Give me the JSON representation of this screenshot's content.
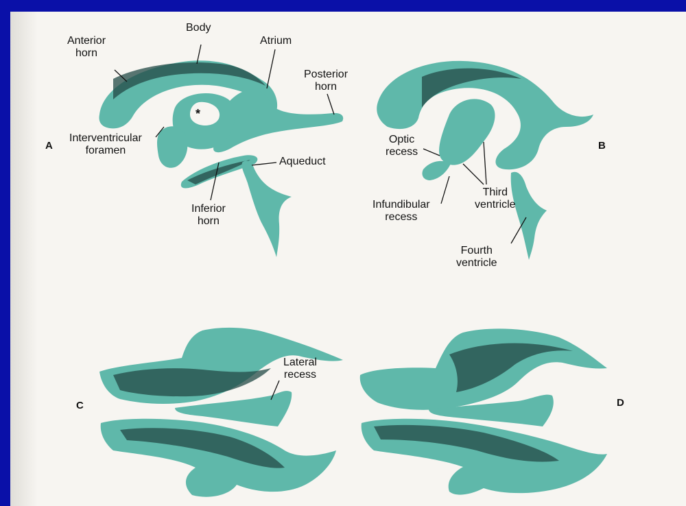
{
  "colors": {
    "slide_background": "#0a10a8",
    "page": "#f7f5f1",
    "ventricle": "#5fb8aa",
    "shadow": "#234a45",
    "text": "#111111"
  },
  "panels": {
    "a": "A",
    "b": "B",
    "c": "C",
    "d": "D"
  },
  "labels": {
    "body": "Body",
    "anterior_horn_l1": "Anterior",
    "anterior_horn_l2": "horn",
    "atrium": "Atrium",
    "posterior_horn_l1": "Posterior",
    "posterior_horn_l2": "horn",
    "interventricular_foramen_l1": "Interventricular",
    "interventricular_foramen_l2": "foramen",
    "asterisk": "*",
    "aqueduct": "Aqueduct",
    "inferior_horn_l1": "Inferior",
    "inferior_horn_l2": "horn",
    "optic_recess_l1": "Optic",
    "optic_recess_l2": "recess",
    "third_ventricle_l1": "Third",
    "third_ventricle_l2": "ventricle",
    "infundibular_recess_l1": "Infundibular",
    "infundibular_recess_l2": "recess",
    "fourth_ventricle_l1": "Fourth",
    "fourth_ventricle_l2": "ventricle",
    "lateral_recess_l1": "Lateral",
    "lateral_recess_l2": "recess"
  }
}
